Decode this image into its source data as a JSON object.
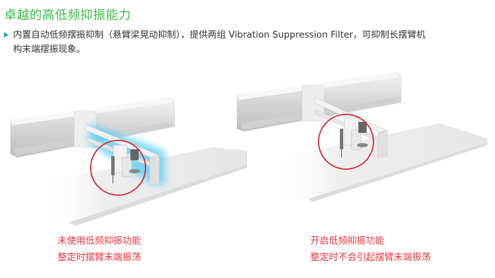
{
  "heading": "卓越的高低频抑振能力",
  "bullet": {
    "icon": "triangle-right-icon",
    "text_line1": "内置自动低频摆振抑制（悬臂梁晃动抑制），提供两组 Vibration Suppression Filter，可抑制长摆臂机",
    "text_line2": "构末端摆振现象。"
  },
  "colors": {
    "heading": "#3dba4a",
    "bullet": "#1a9ad6",
    "caption": "#e8343c",
    "highlight_circle": "#d9262e",
    "vibration_glow": "#5fd0f5"
  },
  "panels": [
    {
      "state": "off",
      "caption_line1": "未使用低频抑振功能",
      "caption_line2": "整定时摆臂末端振荡"
    },
    {
      "state": "on",
      "caption_line1": "开启低频抑振功能",
      "caption_line2": "整定时不会引起摆臂末端振荡"
    }
  ]
}
